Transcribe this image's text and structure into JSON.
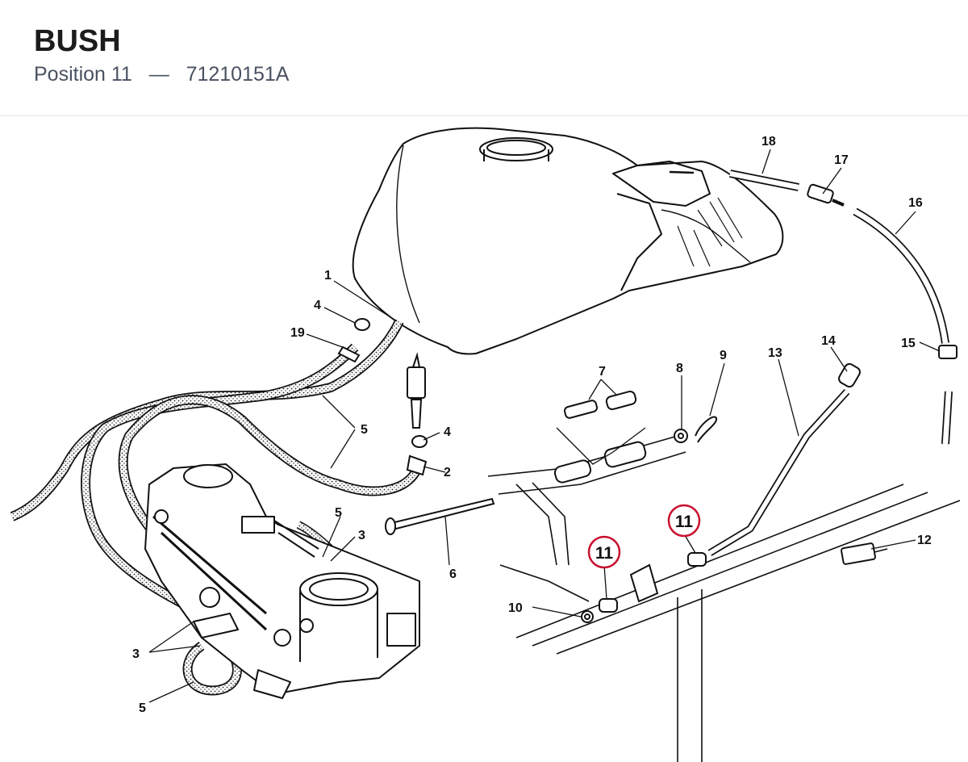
{
  "header": {
    "title": "BUSH",
    "position_label": "Position 11",
    "separator": "—",
    "part_number": "71210151A"
  },
  "highlight": {
    "position": "11",
    "color": "#c8102e"
  },
  "callouts": [
    "1",
    "2",
    "3",
    "4",
    "5",
    "6",
    "7",
    "8",
    "9",
    "10",
    "11",
    "12",
    "13",
    "14",
    "15",
    "16",
    "17",
    "18",
    "19"
  ]
}
